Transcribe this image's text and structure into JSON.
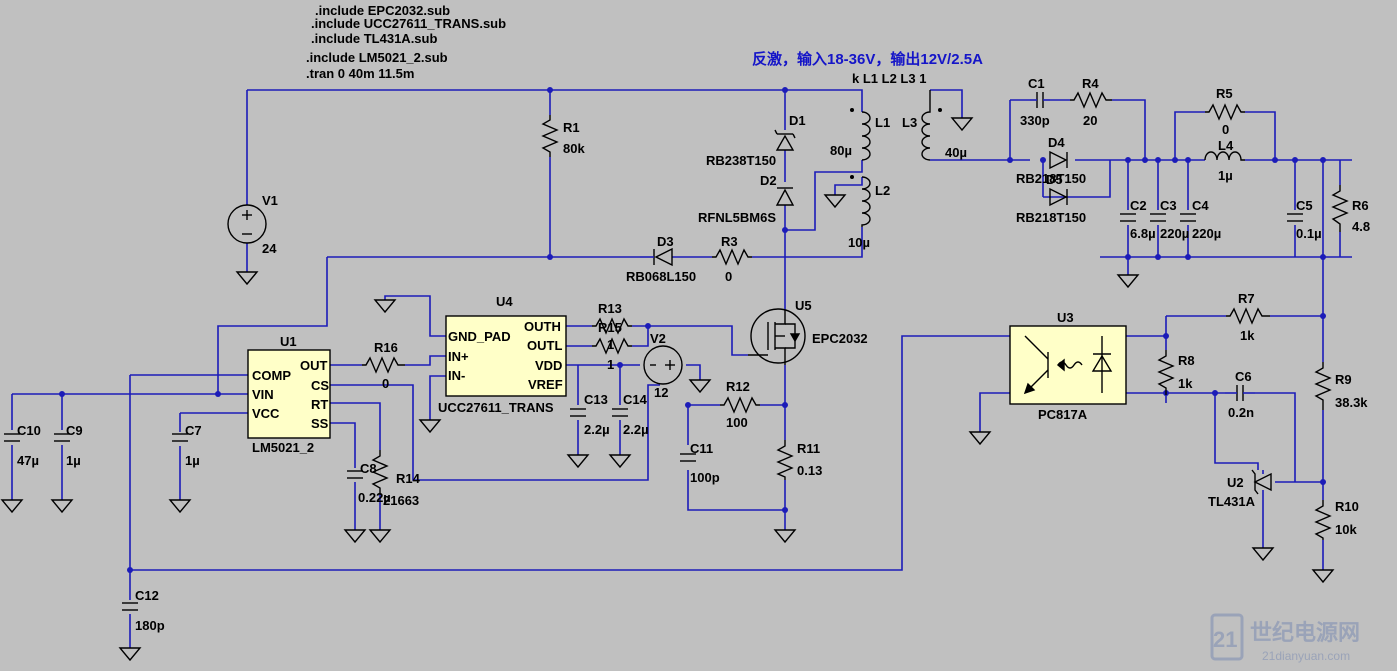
{
  "directives": [
    ".include EPC2032.sub",
    ".include UCC27611_TRANS.sub",
    ".include TL431A.sub",
    ".include LM5021_2.sub",
    ".tran 0 40m 11.5m"
  ],
  "title": "反激，输入18-36V，输出12V/2.5A",
  "coupling": "k L1  L2 L3 1",
  "components": {
    "V1": {
      "name": "V1",
      "value": "24"
    },
    "V2": {
      "name": "V2",
      "value": "12"
    },
    "R1": {
      "name": "R1",
      "value": "80k"
    },
    "R3": {
      "name": "R3",
      "value": "0"
    },
    "R4": {
      "name": "R4",
      "value": "20"
    },
    "R5": {
      "name": "R5",
      "value": "0"
    },
    "R6": {
      "name": "R6",
      "value": "4.8"
    },
    "R7": {
      "name": "R7",
      "value": "1k"
    },
    "R8": {
      "name": "R8",
      "value": "1k"
    },
    "R9": {
      "name": "R9",
      "value": "38.3k"
    },
    "R10": {
      "name": "R10",
      "value": "10k"
    },
    "R11": {
      "name": "R11",
      "value": "0.13"
    },
    "R12": {
      "name": "R12",
      "value": "100"
    },
    "R13": {
      "name": "R13",
      "value": ""
    },
    "R14": {
      "name": "R14",
      "value": "21663"
    },
    "R15": {
      "name": "R15",
      "value": "1"
    },
    "R15b": {
      "name": "",
      "value": "1"
    },
    "R16": {
      "name": "R16",
      "value": "0"
    },
    "L1": {
      "name": "L1",
      "value": "80µ"
    },
    "L2": {
      "name": "L2",
      "value": "10µ"
    },
    "L3": {
      "name": "L3",
      "value": "40µ"
    },
    "L4": {
      "name": "L4",
      "value": "1µ"
    },
    "C1": {
      "name": "C1",
      "value": "330p"
    },
    "C2": {
      "name": "C2",
      "value": "6.8µ"
    },
    "C3": {
      "name": "C3",
      "value": "220µ"
    },
    "C4": {
      "name": "C4",
      "value": "220µ"
    },
    "C5": {
      "name": "C5",
      "value": "0.1µ"
    },
    "C6": {
      "name": "C6",
      "value": "0.2n"
    },
    "C7": {
      "name": "C7",
      "value": "1µ"
    },
    "C8": {
      "name": "C8",
      "value": "0.22µ"
    },
    "C9": {
      "name": "C9",
      "value": "1µ"
    },
    "C10": {
      "name": "C10",
      "value": "47µ"
    },
    "C11": {
      "name": "C11",
      "value": "100p"
    },
    "C12": {
      "name": "C12",
      "value": "180p"
    },
    "C13": {
      "name": "C13",
      "value": "2.2µ"
    },
    "C14": {
      "name": "C14",
      "value": "2.2µ"
    },
    "D1": {
      "name": "D1",
      "value": "RB238T150"
    },
    "D2": {
      "name": "D2",
      "value": "RFNL5BM6S"
    },
    "D3": {
      "name": "D3",
      "value": "RB068L150"
    },
    "D4": {
      "name": "D4",
      "value": "RB218T150"
    },
    "D5": {
      "name": "D5",
      "value": "RB218T150"
    },
    "U1": {
      "name": "U1",
      "value": "LM5021_2",
      "pins": [
        "OUT",
        "COMP",
        "CS",
        "VIN",
        "RT",
        "VCC",
        "SS"
      ]
    },
    "U2": {
      "name": "U2",
      "value": "TL431A"
    },
    "U3": {
      "name": "U3",
      "value": "PC817A"
    },
    "U4": {
      "name": "U4",
      "value": "UCC27611_TRANS",
      "pins": [
        "GND_PAD",
        "OUTH",
        "IN+",
        "OUTL",
        "IN-",
        "VDD",
        "VREF"
      ]
    },
    "U5": {
      "name": "U5",
      "value": "EPC2032"
    }
  },
  "watermark": {
    "main": "世纪电源网",
    "sub": "21dianyuan.com",
    "logo": "21"
  }
}
